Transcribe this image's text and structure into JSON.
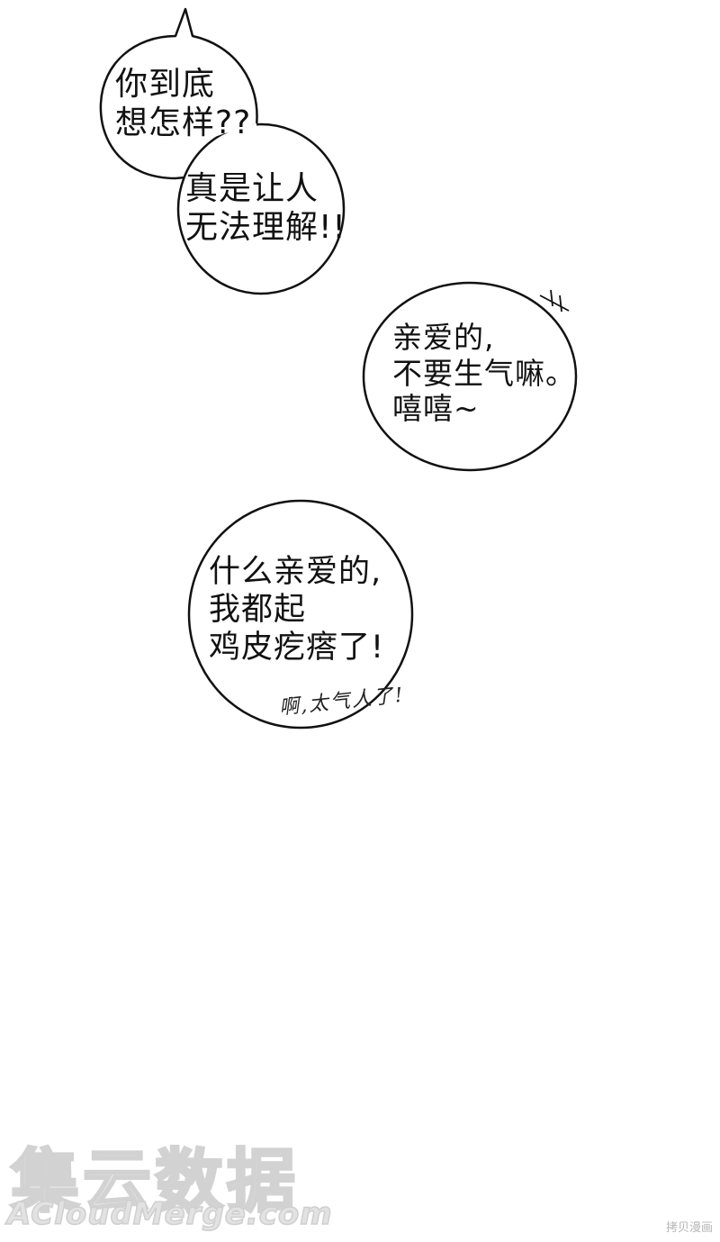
{
  "bubbles": [
    {
      "lines": [
        "你到底",
        "想怎样??"
      ]
    },
    {
      "lines": [
        "真是让人",
        "无法理解!!"
      ]
    },
    {
      "lines": [
        "亲爱的,",
        "不要生气嘛。",
        "嘻嘻~"
      ]
    },
    {
      "lines": [
        "什么亲爱的,",
        "我都起",
        "鸡皮疙瘩了!"
      ]
    }
  ],
  "handwritten_note": "啊,太气人了!",
  "watermark": {
    "main": "集云数据",
    "sub": "ACloudMerge.com"
  },
  "corner_mark": "拷贝漫画",
  "colors": {
    "ink": "#111111",
    "background": "#ffffff",
    "watermark": "#e5e5e5"
  }
}
